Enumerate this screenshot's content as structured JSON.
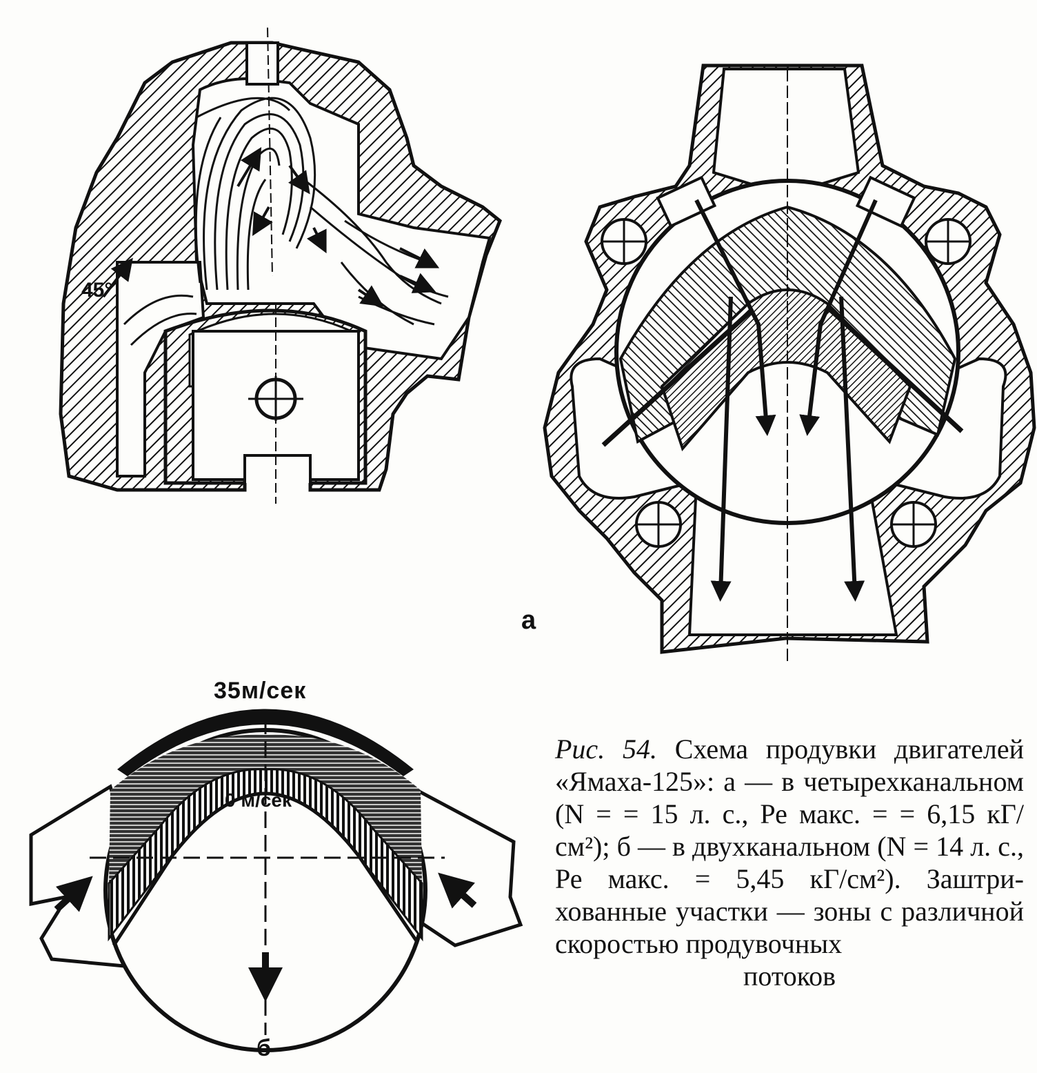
{
  "figure": {
    "label_a": "а",
    "label_b": "б",
    "angle": "45°",
    "speed_max": "35м/сек",
    "speed_min": "0 м/сек"
  },
  "caption": {
    "figure_number": "Рис. 54.",
    "text": "Схема продувки двигателей «Ямаха-125»: а — в четырехканальном (N = = 15 л. с., Ре макс. = = 6,15 кГ/см²); б — в двухка­нальном (N = 14 л. с., Ре макс. = 5,45 кГ/см²). Заштри­хованные участки — зоны с раз­личной скоростью продувочных",
    "last_line": "потоков"
  },
  "colors": {
    "ink": "#111111",
    "paper": "#fdfdfb"
  }
}
